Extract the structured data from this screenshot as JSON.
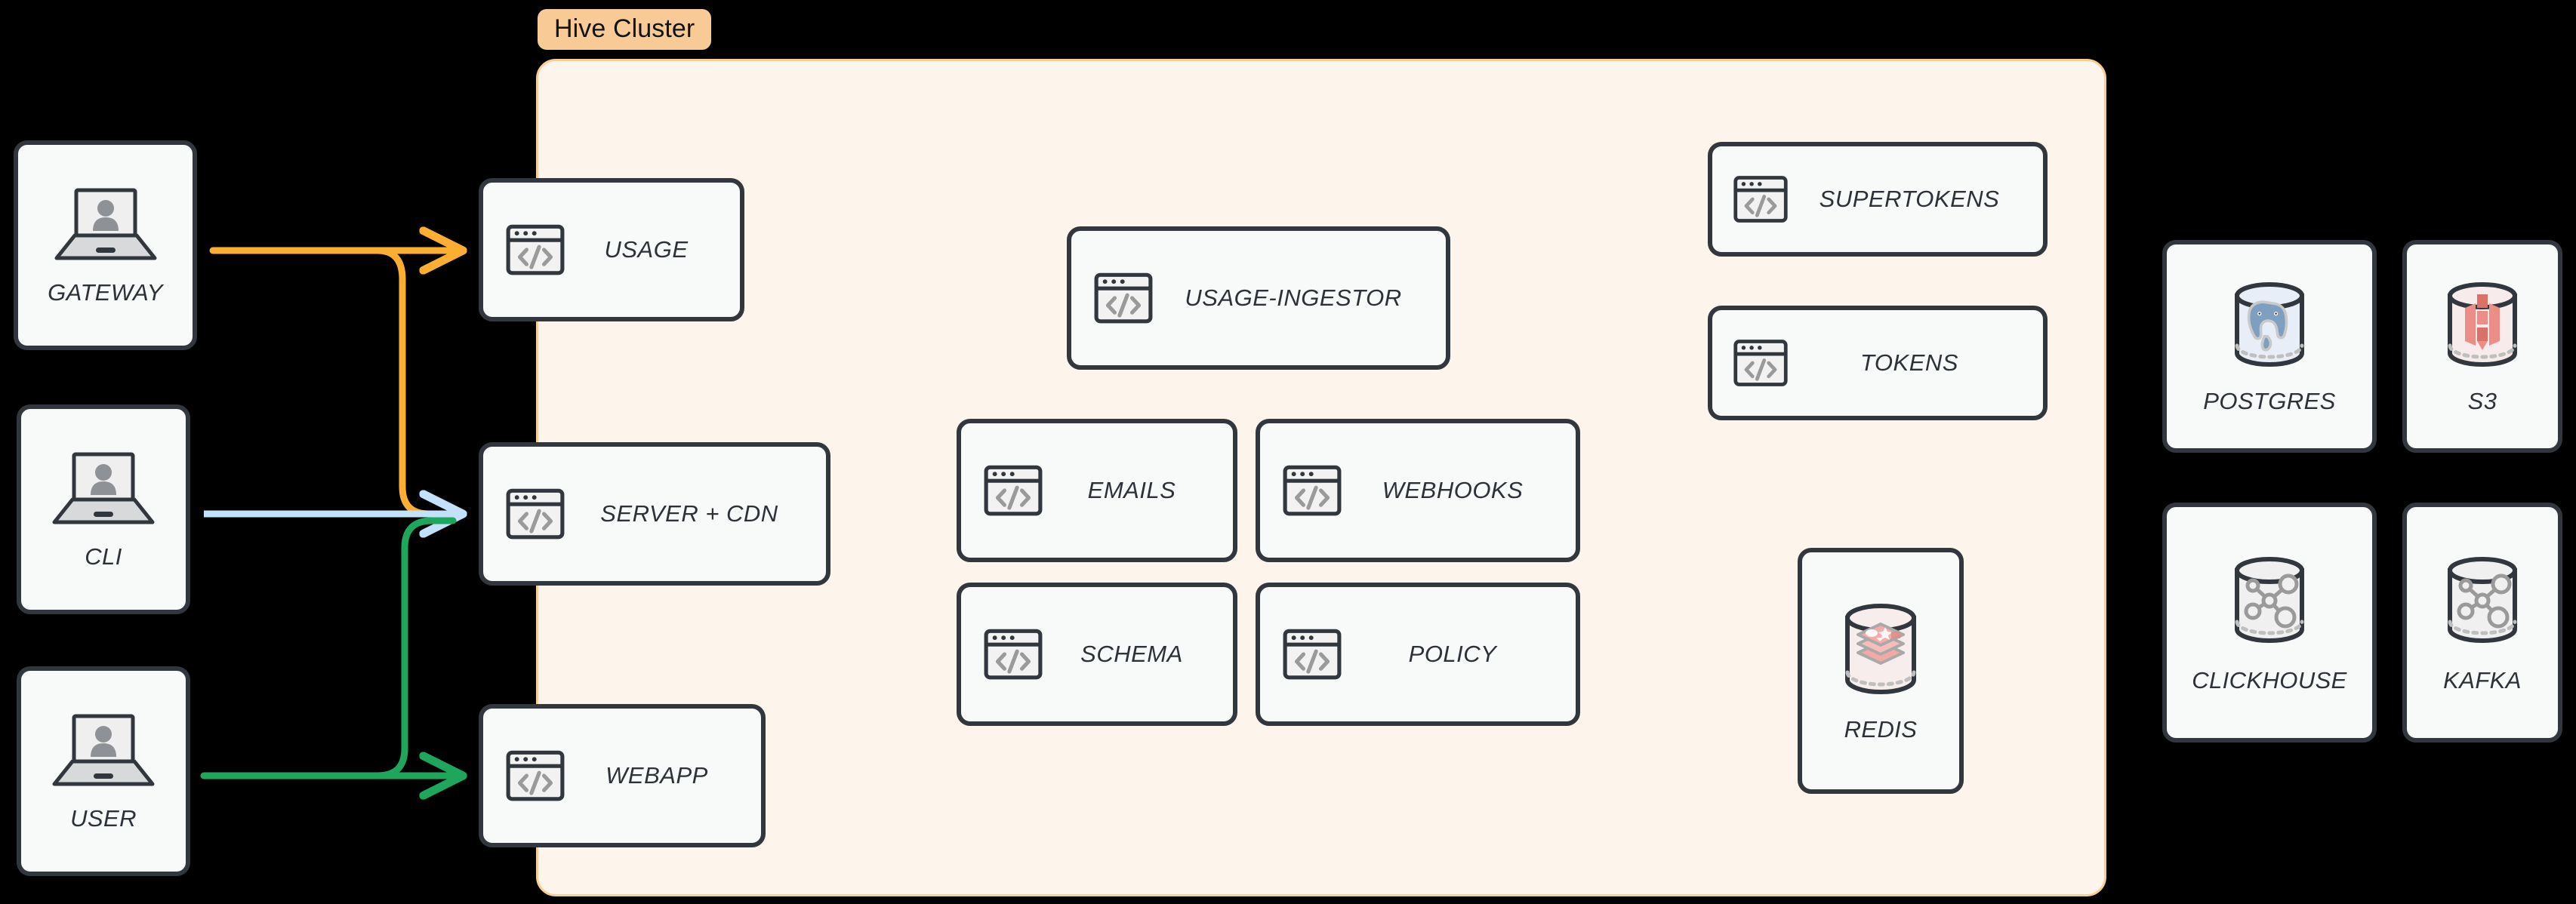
{
  "diagram": {
    "title": "Hive Cluster architecture diagram",
    "background_color": "#000000"
  },
  "cluster": {
    "label": "Hive Cluster",
    "fill_color": "#FDF4EC",
    "border_color": "#F9CD97",
    "badge_color": "#F8CB96"
  },
  "clients": [
    {
      "id": "gateway",
      "label": "GATEWAY",
      "icon": "laptop-user-icon"
    },
    {
      "id": "cli",
      "label": "CLI",
      "icon": "laptop-user-icon"
    },
    {
      "id": "user",
      "label": "USER",
      "icon": "laptop-user-icon"
    }
  ],
  "edge_services": [
    {
      "id": "usage",
      "label": "USAGE",
      "icon": "code-window-icon"
    },
    {
      "id": "server-cdn",
      "label": "SERVER + CDN",
      "icon": "code-window-icon"
    },
    {
      "id": "webapp",
      "label": "WEBAPP",
      "icon": "code-window-icon"
    }
  ],
  "core_services": [
    {
      "id": "usage-ingestor",
      "label": "USAGE-INGESTOR",
      "icon": "code-window-icon"
    },
    {
      "id": "emails",
      "label": "EMAILS",
      "icon": "code-window-icon"
    },
    {
      "id": "webhooks",
      "label": "WEBHOOKS",
      "icon": "code-window-icon"
    },
    {
      "id": "schema",
      "label": "SCHEMA",
      "icon": "code-window-icon"
    },
    {
      "id": "policy",
      "label": "POLICY",
      "icon": "code-window-icon"
    }
  ],
  "auth_services": [
    {
      "id": "supertokens",
      "label": "SUPERTOKENS",
      "icon": "code-window-icon"
    },
    {
      "id": "tokens",
      "label": "TOKENS",
      "icon": "code-window-icon"
    }
  ],
  "cluster_datastores": [
    {
      "id": "redis",
      "label": "REDIS",
      "icon": "redis-cylinder-icon"
    }
  ],
  "external_datastores": [
    {
      "id": "postgres",
      "label": "POSTGRES",
      "icon": "postgres-cylinder-icon"
    },
    {
      "id": "s3",
      "label": "S3",
      "icon": "s3-cylinder-icon"
    },
    {
      "id": "clickhouse",
      "label": "CLICKHOUSE",
      "icon": "graph-cylinder-icon"
    },
    {
      "id": "kafka",
      "label": "KAFKA",
      "icon": "graph-cylinder-icon"
    }
  ],
  "connections": [
    {
      "id": "gateway-usage",
      "from": "GATEWAY",
      "to": "USAGE",
      "color": "#FCAE33"
    },
    {
      "id": "gateway-server-cdn",
      "from": "GATEWAY",
      "to": "SERVER + CDN",
      "color": "#FCAE33"
    },
    {
      "id": "cli-server-cdn",
      "from": "CLI",
      "to": "SERVER + CDN",
      "color": "#C2E1FB"
    },
    {
      "id": "user-server-cdn",
      "from": "USER",
      "to": "SERVER + CDN",
      "color": "#1EA75C"
    },
    {
      "id": "user-webapp",
      "from": "USER",
      "to": "WEBAPP",
      "color": "#1EA75C"
    }
  ],
  "colors": {
    "gateway_edge": "#FCAE33",
    "cli_edge": "#C2E1FB",
    "user_edge": "#1EA75C",
    "card_border": "#32373D",
    "card_fill": "#F8F9F9",
    "text": "#2D3238"
  }
}
